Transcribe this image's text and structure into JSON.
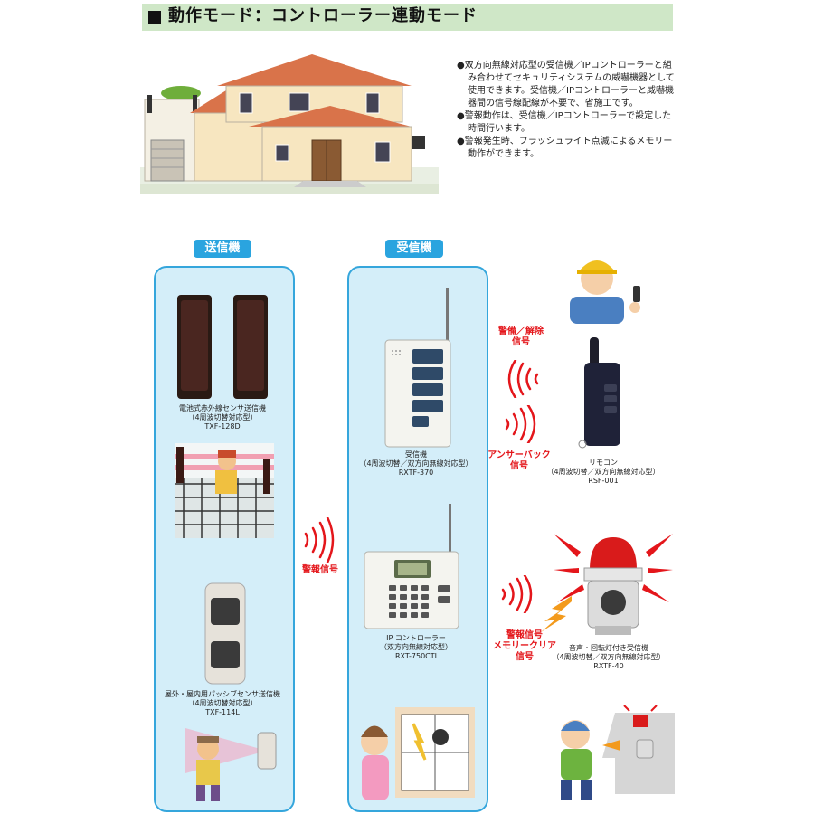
{
  "header": {
    "title": "動作モード：コントローラー連動モード"
  },
  "bullets": [
    "●双方向無線対応型の受信機／IPコントローラーと組み合わせてセキュリティシステムの威嚇機器として使用できます。受信機／IPコントローラーと威嚇機器間の信号線配線が不要で、省施工です。",
    "●警報動作は、受信機／IPコントローラーで設定した時間行います。",
    "●警報発生時、フラッシュライト点滅によるメモリー動作ができます。"
  ],
  "sections": {
    "transmitter": "送信機",
    "receiver": "受信機"
  },
  "transmitters": [
    {
      "line1": "電池式赤外線センサ送信機",
      "line2": "（4周波切替対応型）",
      "model": "TXF-128D"
    },
    {
      "line1": "屋外・屋内用パッシブセンサ送信機",
      "line2": "（4周波切替対応型）",
      "model": "TXF-114L"
    }
  ],
  "receivers": [
    {
      "line1": "受信機",
      "line2": "（4周波切替／双方向無線対応型）",
      "model": "RXTF-370"
    },
    {
      "line1": "IP コントローラー",
      "line2": "（双方向無線対応型）",
      "model": "RXT-750CTI"
    }
  ],
  "devices": [
    {
      "line1": "リモコン",
      "line2": "（4周波切替／双方向無線対応型）",
      "model": "RSF-001"
    },
    {
      "line1": "音声・回転灯付き受信機",
      "line2": "（4周波切替／双方向無線対応型）",
      "model": "RXTF-40"
    }
  ],
  "signals": {
    "alarm": "警報信号",
    "arm_line1": "警備／解除",
    "arm_line2": "信号",
    "answer_line1": "アンサーバック",
    "answer_line2": "信号",
    "memory_line1": "警報信号",
    "memory_line2": "メモリークリア",
    "memory_line3": "信号"
  },
  "colors": {
    "accent_blue": "#2aa4df",
    "signal_red": "#e4161b",
    "header_green": "#cfe7c7",
    "panel_bg": "#d4eef9"
  }
}
